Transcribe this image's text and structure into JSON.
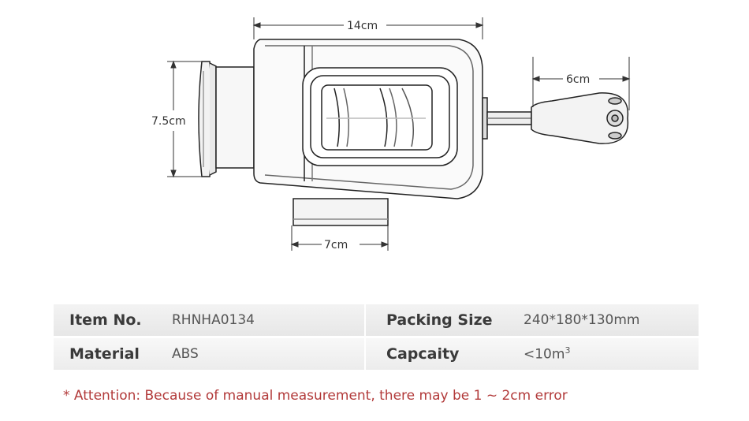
{
  "dimensions": {
    "width_label": "14cm",
    "height_label": "7.5cm",
    "handle_label": "6cm",
    "base_label": "7cm"
  },
  "specs": {
    "item_no_label": "Item No.",
    "item_no_value": "RHNHA0134",
    "packing_size_label": "Packing Size",
    "packing_size_value": "240*180*130mm",
    "material_label": "Material",
    "material_value": "ABS",
    "capacity_label": "Capcaity",
    "capacity_value": "<10m",
    "capacity_unit_sup": "3"
  },
  "note": {
    "marker": "*",
    "text": "Attention: Because of manual measurement, there may be 1 ~ 2cm error"
  }
}
